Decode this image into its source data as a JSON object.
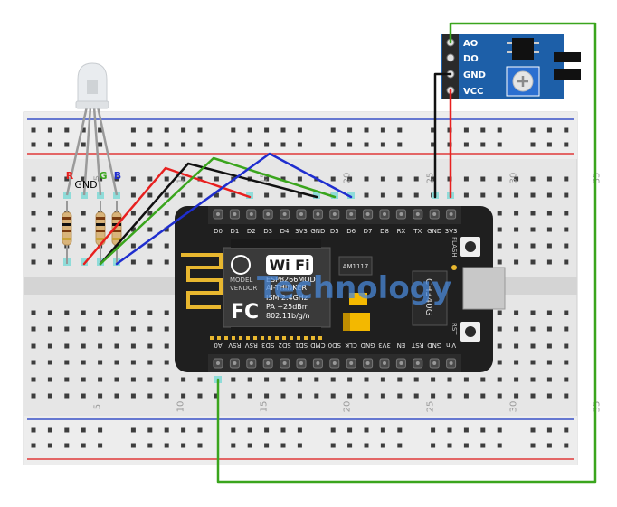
{
  "rgb_led": {
    "pins": {
      "r": {
        "label": "R",
        "color": "#e8201f"
      },
      "gnd": {
        "label": "GND",
        "color": "#000000"
      },
      "g": {
        "label": "G",
        "color": "#3aa51d"
      },
      "b": {
        "label": "B",
        "color": "#1f2ecf"
      }
    }
  },
  "sensor_module": {
    "pins": [
      "AO",
      "DO",
      "GND",
      "VCC"
    ],
    "board_color": "#1d5fa8"
  },
  "breadboard": {
    "column_numbers": [
      "5",
      "10",
      "15",
      "20",
      "25",
      "30",
      "35"
    ]
  },
  "nodemcu": {
    "top_pins": [
      "D0",
      "D1",
      "D2",
      "D3",
      "D4",
      "3V3",
      "GND",
      "D5",
      "D6",
      "D7",
      "D8",
      "RX",
      "TX",
      "GND",
      "3V3"
    ],
    "bottom_pins": [
      "A0",
      "RSV",
      "RSV",
      "SD3",
      "SD2",
      "SD1",
      "CMD",
      "SD0",
      "CLK",
      "GND",
      "3V3",
      "EN",
      "RST",
      "GND",
      "Vin"
    ],
    "module_text": [
      "MODEL",
      "VENDOR"
    ],
    "module_title": "ESP8266MOD",
    "module_vendor": "AI-THINKER",
    "module_specs": [
      "ISM 2.4GHz",
      "PA +25dBm",
      "802.11b/g/n"
    ],
    "wifi_label": "Wi Fi",
    "fc_label": "FC",
    "regulator_label": "AM1117",
    "usb_chip_label": "CH340G",
    "flash_label": "FLASH",
    "rst_label": "RST",
    "watermark": "Technology"
  },
  "wire_colors": {
    "red": "#e8201f",
    "black": "#111111",
    "green": "#3aa51d",
    "blue": "#1f2ecf",
    "gray": "#808080"
  }
}
